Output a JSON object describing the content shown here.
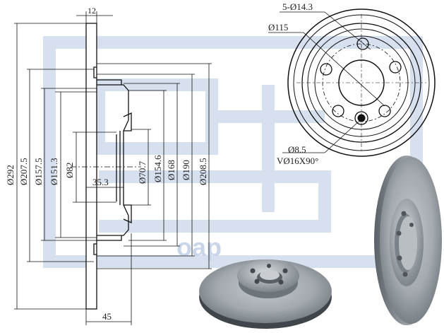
{
  "watermark": {
    "brand": "oap"
  },
  "side_view": {
    "dims": {
      "thickness": "12",
      "outer_dia": "Ø292",
      "d207": "Ø207.5",
      "d157": "Ø157.5",
      "d151": "Ø151.3",
      "d82": "Ø82",
      "d70": "Ø70.7",
      "d154": "Ø154.6",
      "d168": "Ø168",
      "d190": "Ø190",
      "d208": "Ø208.5",
      "offset": "35.3",
      "height": "45"
    }
  },
  "front_view": {
    "bolt_holes": "5-Ø14.3",
    "pcd": "Ø115",
    "small_hole": "Ø8.5",
    "countersink": "VØ16X90°"
  },
  "colors": {
    "line": "#111111",
    "watermark": "#c9d6ea",
    "steel": "#8d949b"
  }
}
